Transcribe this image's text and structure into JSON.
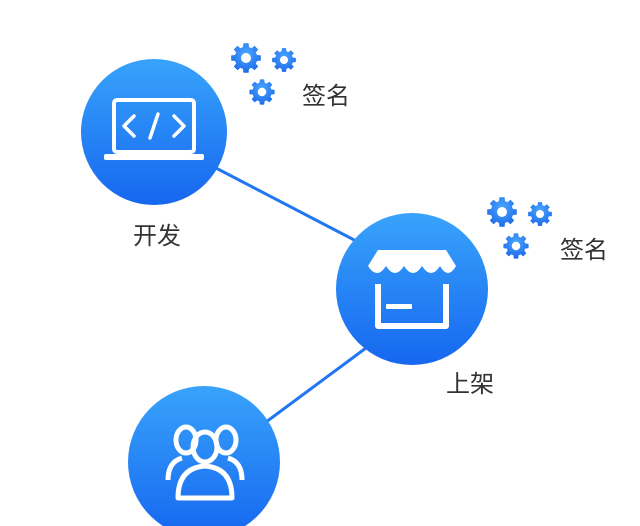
{
  "nodes": [
    {
      "label": "开发",
      "icon": "code-laptop-icon"
    },
    {
      "label": "上架",
      "icon": "storefront-icon"
    },
    {
      "label": "",
      "icon": "users-icon"
    }
  ],
  "signatures": [
    {
      "label": "签名",
      "icon": "gears-icon"
    },
    {
      "label": "签名",
      "icon": "gears-icon"
    }
  ],
  "colors": {
    "circle_top": "#38a3fb",
    "circle_bottom": "#1667ef",
    "connector": "#2177f2",
    "gear": "#2a7ff3",
    "icon": "#ffffff",
    "text": "#333333"
  }
}
